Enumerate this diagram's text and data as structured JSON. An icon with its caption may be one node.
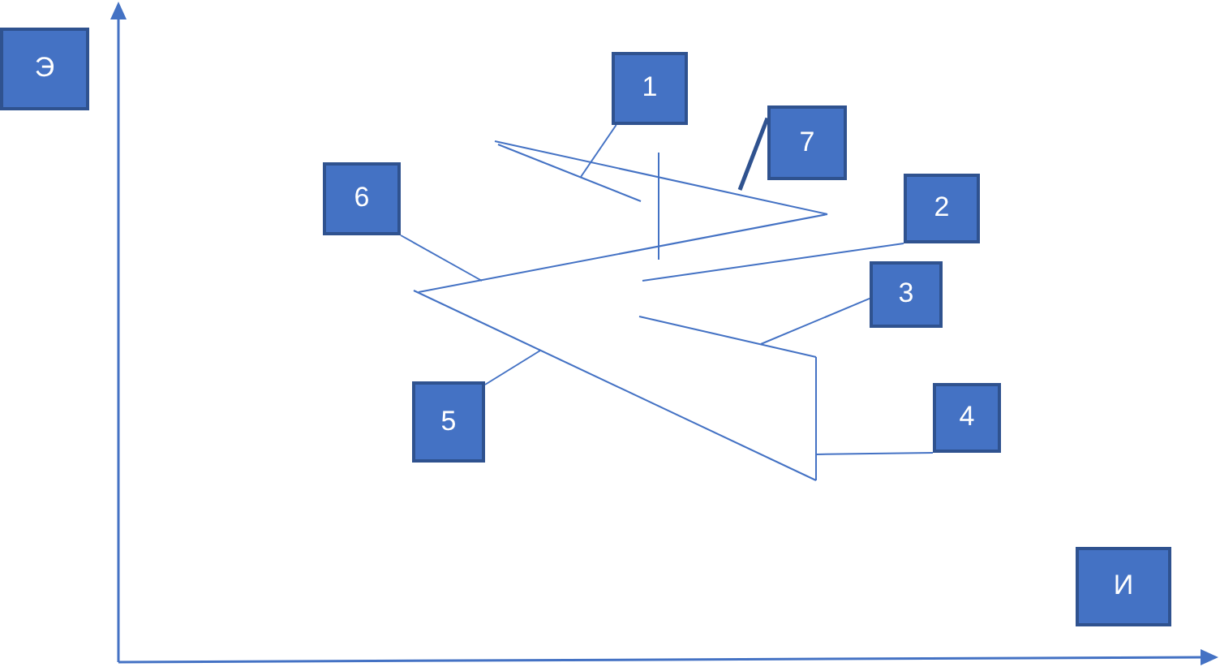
{
  "diagram": {
    "nodes": [
      {
        "text": [
          "Э"
        ]
      },
      {
        "text": [
          "1"
        ]
      },
      {
        "text": [
          "7"
        ]
      },
      {
        "text": [
          "6"
        ]
      },
      {
        "text": [
          "2"
        ]
      },
      {
        "text": [
          "3"
        ]
      },
      {
        "text": [
          "5"
        ]
      },
      {
        "text": [
          "4"
        ]
      },
      {
        "text": [
          "И"
        ]
      }
    ],
    "edges": [
      {
        "from": 1,
        "to": null,
        "arrow": "none"
      },
      {
        "from": 2,
        "to": null,
        "arrow": "none",
        "style": "thick",
        "color": "#2f528f"
      },
      {
        "from": 3,
        "to": null,
        "arrow": "none"
      },
      {
        "from": 4,
        "to": null,
        "arrow": "none"
      },
      {
        "from": 5,
        "to": null,
        "arrow": "none"
      },
      {
        "from": 6,
        "to": null,
        "arrow": "none"
      },
      {
        "from": 7,
        "to": null,
        "arrow": "none"
      }
    ]
  }
}
